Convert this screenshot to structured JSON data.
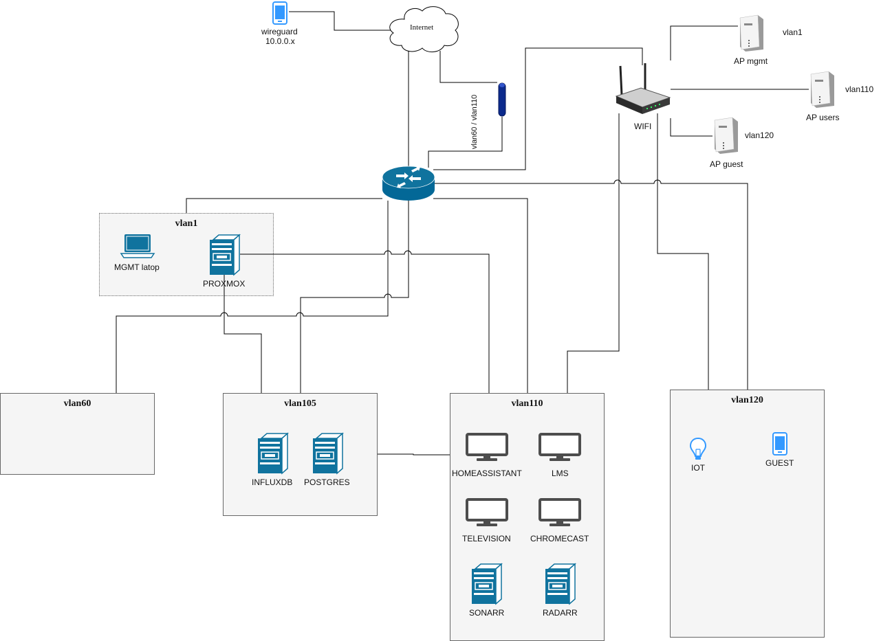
{
  "internet": {
    "label": "Internet"
  },
  "wireguard": {
    "label": "wireguard",
    "subnet": "10.0.0.x"
  },
  "uplink": {
    "label": "vlan60 / vlan110"
  },
  "wifi": {
    "label": "WIFI"
  },
  "access_points": [
    {
      "label": "AP mgmt",
      "vlan": "vlan1"
    },
    {
      "label": "AP users",
      "vlan": "vlan110"
    },
    {
      "label": "AP guest",
      "vlan": "vlan120"
    }
  ],
  "vlans": {
    "vlan1": {
      "title": "vlan1",
      "devices": [
        "MGMT latop",
        "PROXMOX"
      ]
    },
    "vlan60": {
      "title": "vlan60"
    },
    "vlan105": {
      "title": "vlan105",
      "devices": [
        "INFLUXDB",
        "POSTGRES"
      ]
    },
    "vlan110": {
      "title": "vlan110",
      "devices": [
        "HOMEASSISTANT",
        "LMS",
        "TELEVISION",
        "CHROMECAST",
        "SONARR",
        "RADARR"
      ]
    },
    "vlan120": {
      "title": "vlan120",
      "devices": [
        "IOT",
        "GUEST"
      ]
    }
  },
  "colors": {
    "device_blue": "#10739e",
    "monitor_gray": "#4d4d4d",
    "line": "#000000",
    "box_fill": "#f5f5f5",
    "box_border": "#666666",
    "phone_blue": "#3399ff"
  }
}
